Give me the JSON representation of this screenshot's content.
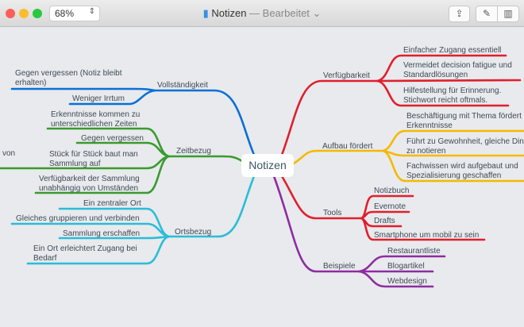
{
  "window": {
    "zoom": "68%",
    "title": "Notizen",
    "status": "— Bearbeitet",
    "buttons": [
      "share-icon",
      "brush-icon",
      "sidebar-icon"
    ]
  },
  "colors": {
    "blue": "#0a6fd6",
    "green": "#3a9a2f",
    "cyan": "#2bbcd8",
    "red": "#e01f2d",
    "orange": "#f6b800",
    "purple": "#8e2ca0"
  },
  "center": "Notizen",
  "left": {
    "vollstaendigkeit": {
      "label": "Vollständigkeit",
      "children": [
        [
          "Gegen vergessen (Notiz bleibt",
          "erhalten)"
        ],
        [
          "Weniger Irrtum"
        ]
      ]
    },
    "zeitbezug": {
      "label": "Zeitbezug",
      "children": [
        [
          "Erkenntnisse kommen zu",
          "unterschiedlichen Zeiten"
        ],
        [
          "Gegen vergessen"
        ],
        [
          "Stück für Stück baut man",
          "Sammlung auf"
        ],
        [
          "Verfügbarkeit der Sammlung",
          "unabhängig von Umständen"
        ]
      ],
      "clipped": "von"
    },
    "ortsbezug": {
      "label": "Ortsbezug",
      "children": [
        [
          "Ein zentraler Ort"
        ],
        [
          "Gleiches gruppieren und verbinden"
        ],
        [
          "Sammlung erschaffen"
        ],
        [
          "Ein Ort erleichtert Zugang bei",
          "Bedarf"
        ]
      ]
    }
  },
  "right": {
    "verfuegbarkeit": {
      "label": "Verfügbarkeit",
      "children": [
        [
          "Einfacher Zugang essentiell"
        ],
        [
          "Vermeidet decision fatigue und",
          "Standardlösungen"
        ],
        [
          "Hilfestellung für Erinnerung.",
          "Stichwort reicht oftmals."
        ]
      ]
    },
    "aufbau": {
      "label": "Aufbau fördert",
      "children": [
        [
          "Beschäftigung mit Thema fördert",
          "Erkenntnisse"
        ],
        [
          "Führt zu Gewohnheit, gleiche Dinge",
          "zu notieren"
        ],
        [
          "Fachwissen wird aufgebaut und",
          "Spezialisierung geschaffen"
        ]
      ]
    },
    "tools": {
      "label": "Tools",
      "children": [
        [
          "Notizbuch"
        ],
        [
          "Evernote"
        ],
        [
          "Drafts"
        ],
        [
          "Smartphone um mobil zu sein"
        ]
      ]
    },
    "beispiele": {
      "label": "Beispiele",
      "children": [
        [
          "Restaurantliste"
        ],
        [
          "Blogartikel"
        ],
        [
          "Webdesign"
        ]
      ]
    }
  }
}
